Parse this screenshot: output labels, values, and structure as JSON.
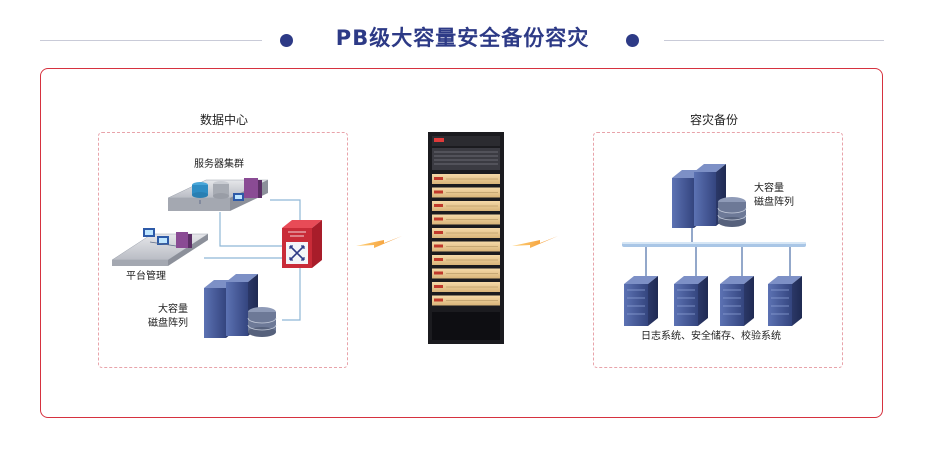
{
  "title": "PB级大容量安全备份容灾",
  "datacenter": {
    "title": "数据中心",
    "server_cluster": "服务器集群",
    "platform_mgmt": "平台管理",
    "storage_line1": "大容量",
    "storage_line2": "磁盘阵列"
  },
  "backup": {
    "title": "容灾备份",
    "storage_line1": "大容量",
    "storage_line2": "磁盘阵列",
    "systems": "日志系统、安全储存、校验系统"
  },
  "colors": {
    "accent": "#2d3a86",
    "frame": "#d6323f",
    "lightning": "#f0a030",
    "server": "#4a5f9c"
  }
}
